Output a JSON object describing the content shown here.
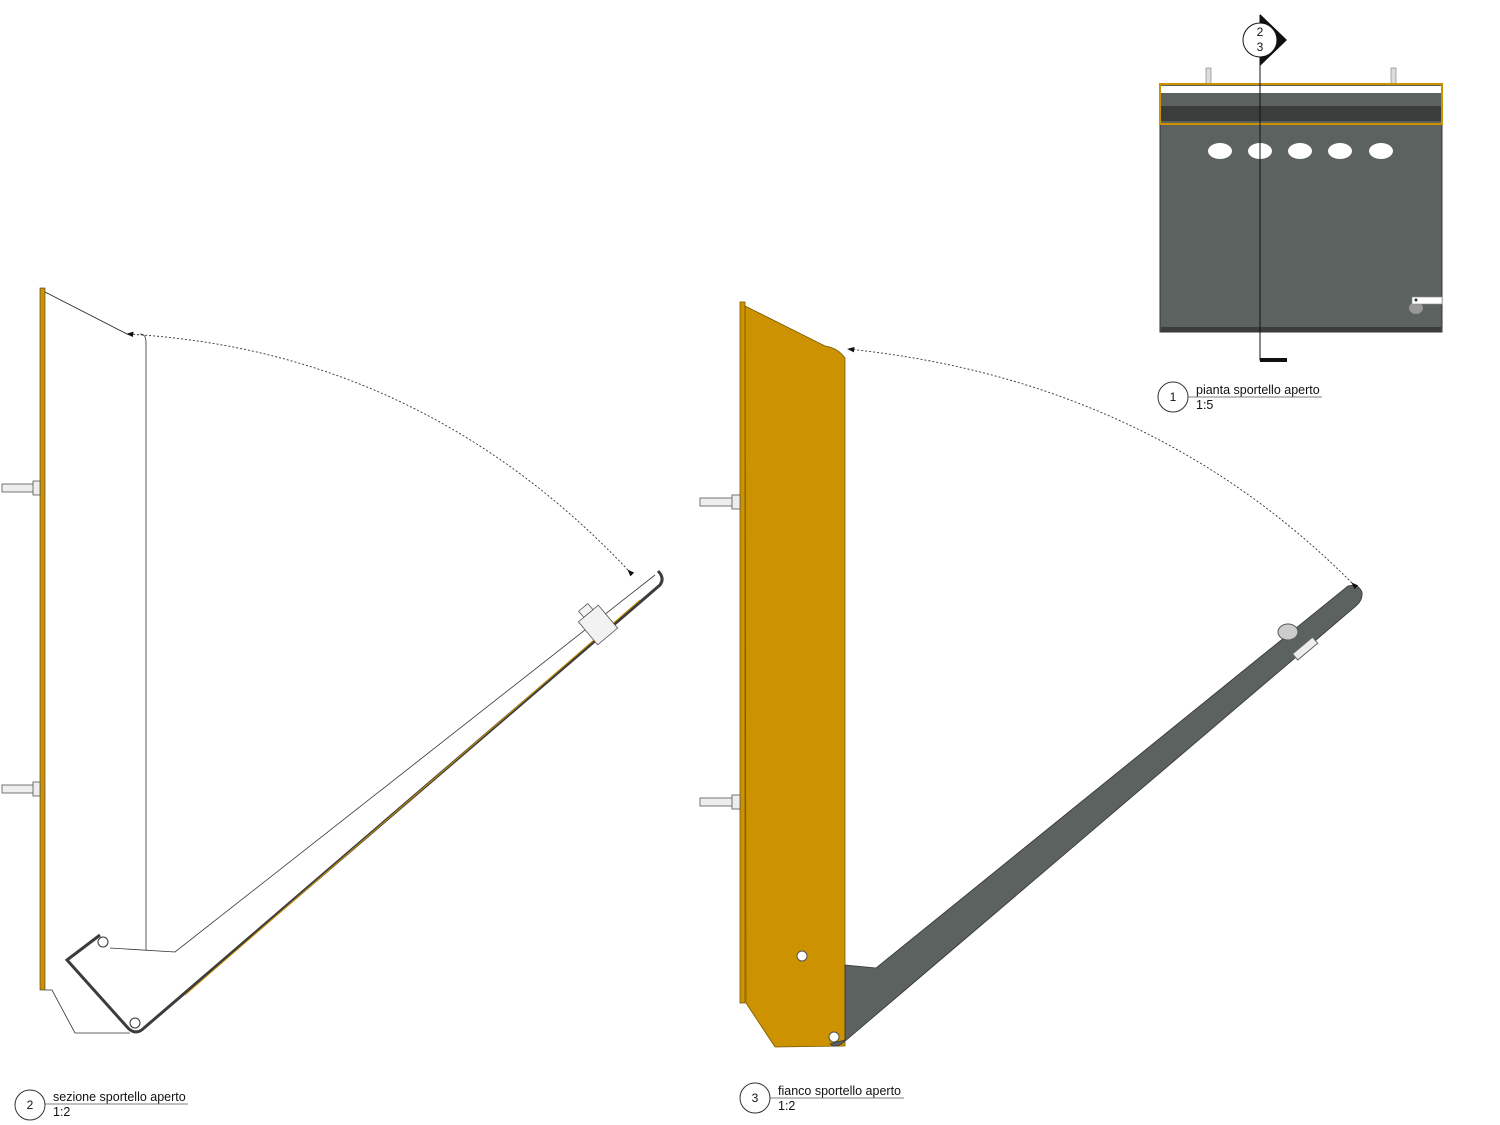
{
  "colors": {
    "orange": "#cc9200",
    "steel": "#5c625f",
    "steel_dark": "#3a3d3b",
    "line": "#222222"
  },
  "views": [
    {
      "number": "2",
      "title": "sezione sportello aperto",
      "scale": "1:2"
    },
    {
      "number": "3",
      "title": "fianco sportello aperto",
      "scale": "1:2"
    },
    {
      "number": "1",
      "title": "pianta sportello aperto",
      "scale": "1:5"
    }
  ],
  "section_marker": {
    "top": "2",
    "bottom": "3"
  }
}
